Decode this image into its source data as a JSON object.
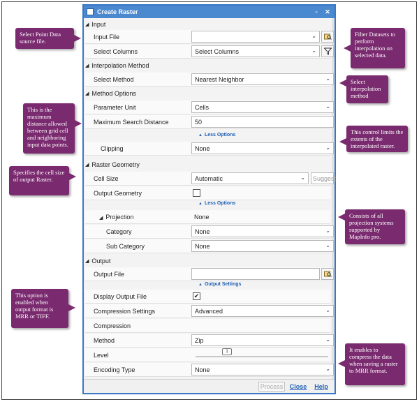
{
  "window": {
    "title": "Create Raster"
  },
  "sections": {
    "input": "Input",
    "interpolation": "Interpolation Method",
    "method_options": "Method Options",
    "raster_geometry": "Raster Geometry",
    "output": "Output"
  },
  "fields": {
    "input_file": {
      "label": "Input File",
      "value": ""
    },
    "select_columns": {
      "label": "Select Columns",
      "value": "Select Columns"
    },
    "select_method": {
      "label": "Select Method",
      "value": "Nearest Neighbor"
    },
    "parameter_unit": {
      "label": "Parameter Unit",
      "value": "Cells"
    },
    "max_search_distance": {
      "label": "Maximum Search Distance",
      "value": "50"
    },
    "less_options_1": "Less Options",
    "clipping": {
      "label": "Clipping",
      "value": "None"
    },
    "cell_size": {
      "label": "Cell Size",
      "value": "Automatic",
      "suggest": "Suggest"
    },
    "output_geometry": {
      "label": "Output Geometry"
    },
    "less_options_2": "Less Options",
    "projection": {
      "label": "Projection",
      "value": "None"
    },
    "category": {
      "label": "Category",
      "value": "None"
    },
    "sub_category": {
      "label": "Sub Category",
      "value": "None"
    },
    "output_file": {
      "label": "Output File",
      "value": ""
    },
    "output_settings": "Output Settings",
    "display_output_file": {
      "label": "Display Output File",
      "checked": true
    },
    "compression_settings": {
      "label": "Compression Settings",
      "value": "Advanced"
    },
    "compression": {
      "label": "Compression"
    },
    "method": {
      "label": "Method",
      "value": "Zip"
    },
    "level": {
      "label": "Level",
      "slider_value": "1"
    },
    "encoding_type": {
      "label": "Encoding Type",
      "value": "None"
    }
  },
  "footer": {
    "process": "Process",
    "close": "Close",
    "help": "Help"
  },
  "callouts": {
    "point_data": "Select Point Data source file.",
    "filter": "Filter Datasets to perform interpolation on selected data.",
    "interp": "Select interpolation method",
    "max_distance": "This is the maximum distance allowed between grid cell and neighboring input data points.",
    "clipping": "This control limits the extents of the interpolated raster.",
    "cell_size": "Specifies the cell size of output Raster.",
    "projection": "Consists of all projection systems supported by MapInfo pro.",
    "compression": "This option is enabled when output format is MRR or TIFF.",
    "encoding": "It enables to compress the data when saving a raster to MRR format."
  },
  "colors": {
    "callout": "#7a2a6f",
    "title_bar": "#4a88d0",
    "link": "#1e5fb4"
  }
}
